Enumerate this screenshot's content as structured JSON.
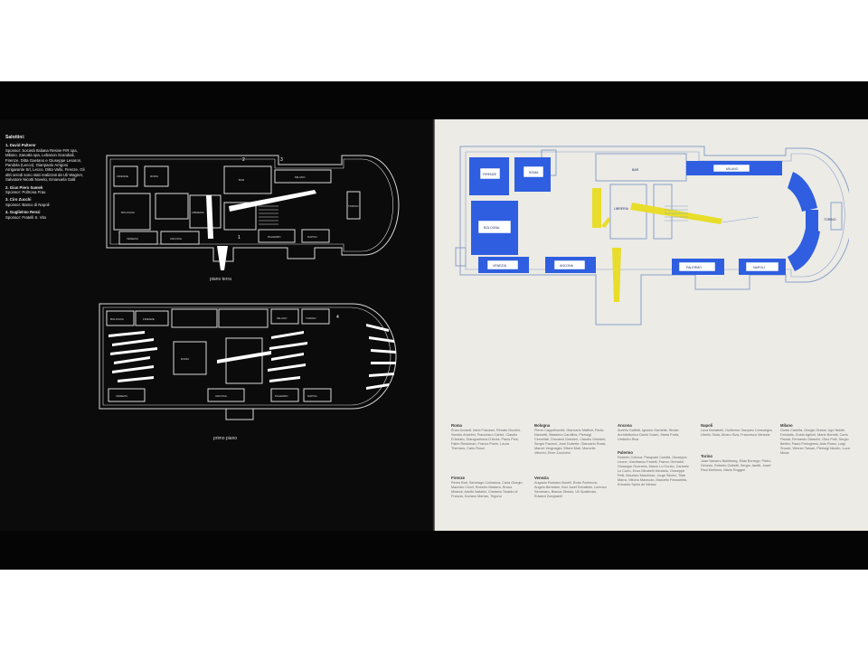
{
  "credits": {
    "heading": "Salottini:",
    "items": [
      {
        "num": "1.",
        "name": "David Palterer",
        "text": "Sponsor: Società Italiana Resine FIR spa, Milano. Zanotta spa, Lebanon Scandiali, Firenze. Ditta Gaetano e Giuseppe Lesaron, Pandola (Lecco). Gianpaolo Arrigoni Arrigarante Srl, Lecco. Ditta Vallo, Firenze. Gli altri arredi sono stati realizzati da Uli Wagner, Salvatore Nicotti Novelo, Emanuela Galli"
      },
      {
        "num": "2.",
        "name": "Gian Piero Samek",
        "text": "Sponsor: Poltrona Frau"
      },
      {
        "num": "3.",
        "name": "Ciro Zucchi",
        "text": "Sponsor: Banco di Napoli"
      },
      {
        "num": "4.",
        "name": "Guglielmo Renzi",
        "text": "Sponsor: Fratelli S. Vito"
      }
    ]
  },
  "plans": {
    "ground_label": "piano terra",
    "first_label": "primo piano",
    "ground_rooms": [
      {
        "label": "FIRENZE"
      },
      {
        "label": "ROMA"
      },
      {
        "label": "BAR"
      },
      {
        "label": "MILANO"
      },
      {
        "label": "BOLOGNA"
      },
      {
        "label": "LIBRERIA"
      },
      {
        "label": "TORINO"
      },
      {
        "label": "VENEZIA"
      },
      {
        "label": "ANCONA"
      },
      {
        "label": "PALERMO"
      },
      {
        "label": "NAPOLI"
      }
    ],
    "first_rooms": [
      {
        "label": "BOLOGNA"
      },
      {
        "label": "FIRENZE"
      },
      {
        "label": "MILANO"
      },
      {
        "label": "TORINO"
      },
      {
        "label": "ROMA"
      },
      {
        "label": "VENEZIA"
      },
      {
        "label": "ANCONA"
      },
      {
        "label": "PALERMO"
      },
      {
        "label": "NAPOLI"
      }
    ],
    "markers": [
      "1",
      "2",
      "3",
      "4"
    ],
    "colors": {
      "room_blue": "#2f5ee0",
      "corridor_yellow": "#e8dd2a",
      "line_dark": "#d9d9d9",
      "line_light": "#8aa0c8"
    }
  },
  "cities": [
    {
      "name": "Roma",
      "text": "Enzo Accardi, Ilaria Fracassi, Renato Nicolini, Sandro Anselmi, Francesco Carlini, Claudio D'Amato, Gianguarisma D'Arcia, Paolo Piva, Fabio Ressiman, Franco Purini, Laura Thermes, Carlo Rossi"
    },
    {
      "name": "Firenze",
      "text": "Remo Buti, Sandrago Colinasca, Carla Giorgio, Maurizio Cicoli, Roberto Masiero, Bruno Mirandi, Adolfo Natalini, Cristiano Toraldo di Francia, Doriano Marras, Trigono"
    },
    {
      "name": "Bologna",
      "text": "Pierre Cappellonetti, Giancarlo Mattioli, Paolo Nannetti, Massimo Cardillos, Pierluigi Cervellati, Giovanni Gnesleri, Claudio Gnesleri, Sergio Paoloni, José Duberte, Giancarlo Rossi, Marcel Vergnagini, Ettore Mari, Marcello Vittorini, Elver Zucchimi"
    },
    {
      "name": "Venezia",
      "text": "Augusto Romano Burelli, Boris Podrecca, Angelo Bertolani, Karl Josef Schattner, Lorenzo Semeraro, Bianca Strazio, Uli Spaltenial, Edward Zoegraerli"
    },
    {
      "name": "Ancona",
      "text": "Aurelio Galfetti, Ignazio Gardella, Studio Architettonico David Guarn, Maria Porta, Umberto Riva"
    },
    {
      "name": "Palermo",
      "text": "Roberto Collova, Pasquale Culotta, Giuseppe Leone, Gianfranco Fanelli, Franco Grimaldi, Giuseppe Guerrera, Marco Lo Curzio, Carmelo Lo Curto, Enzo Mirabelli Minutolo, Giuseppe Pelli, Maurizio Marchese, Jorge Siiviez, Tilde Marra, Vittorio Marzuolo, Marcello Panzarella, Edoardo Spolo de Miranz"
    },
    {
      "name": "Napoli",
      "text": "Luca Bonabelli, Guillermo Vazquez Consuegra, Uberto Siola, Alvaro Siza, Francesco Venezia"
    },
    {
      "name": "Torino",
      "text": "Juan Navarro Baldeweg, Elias Borrego, Pietro Derossi, Roberto Gabetti, Sergio Jaretti, Josef Paul Kleihues, Mario Ruggeri"
    },
    {
      "name": "Milano",
      "text": "Guido Canella, Giorgio Grassi, Ugo Nobile Doxiadis, Guido Aglioni, Mario Bonetti, Carlo Parodi, Fernando Saracini, Gino Polli, Sergio Bettini, Paolo Portoghesi, Aldo Rossi, Luigi Snozzi, Werner Tarsan, Pierluigi Nicolin, Luca Meda"
    }
  ]
}
